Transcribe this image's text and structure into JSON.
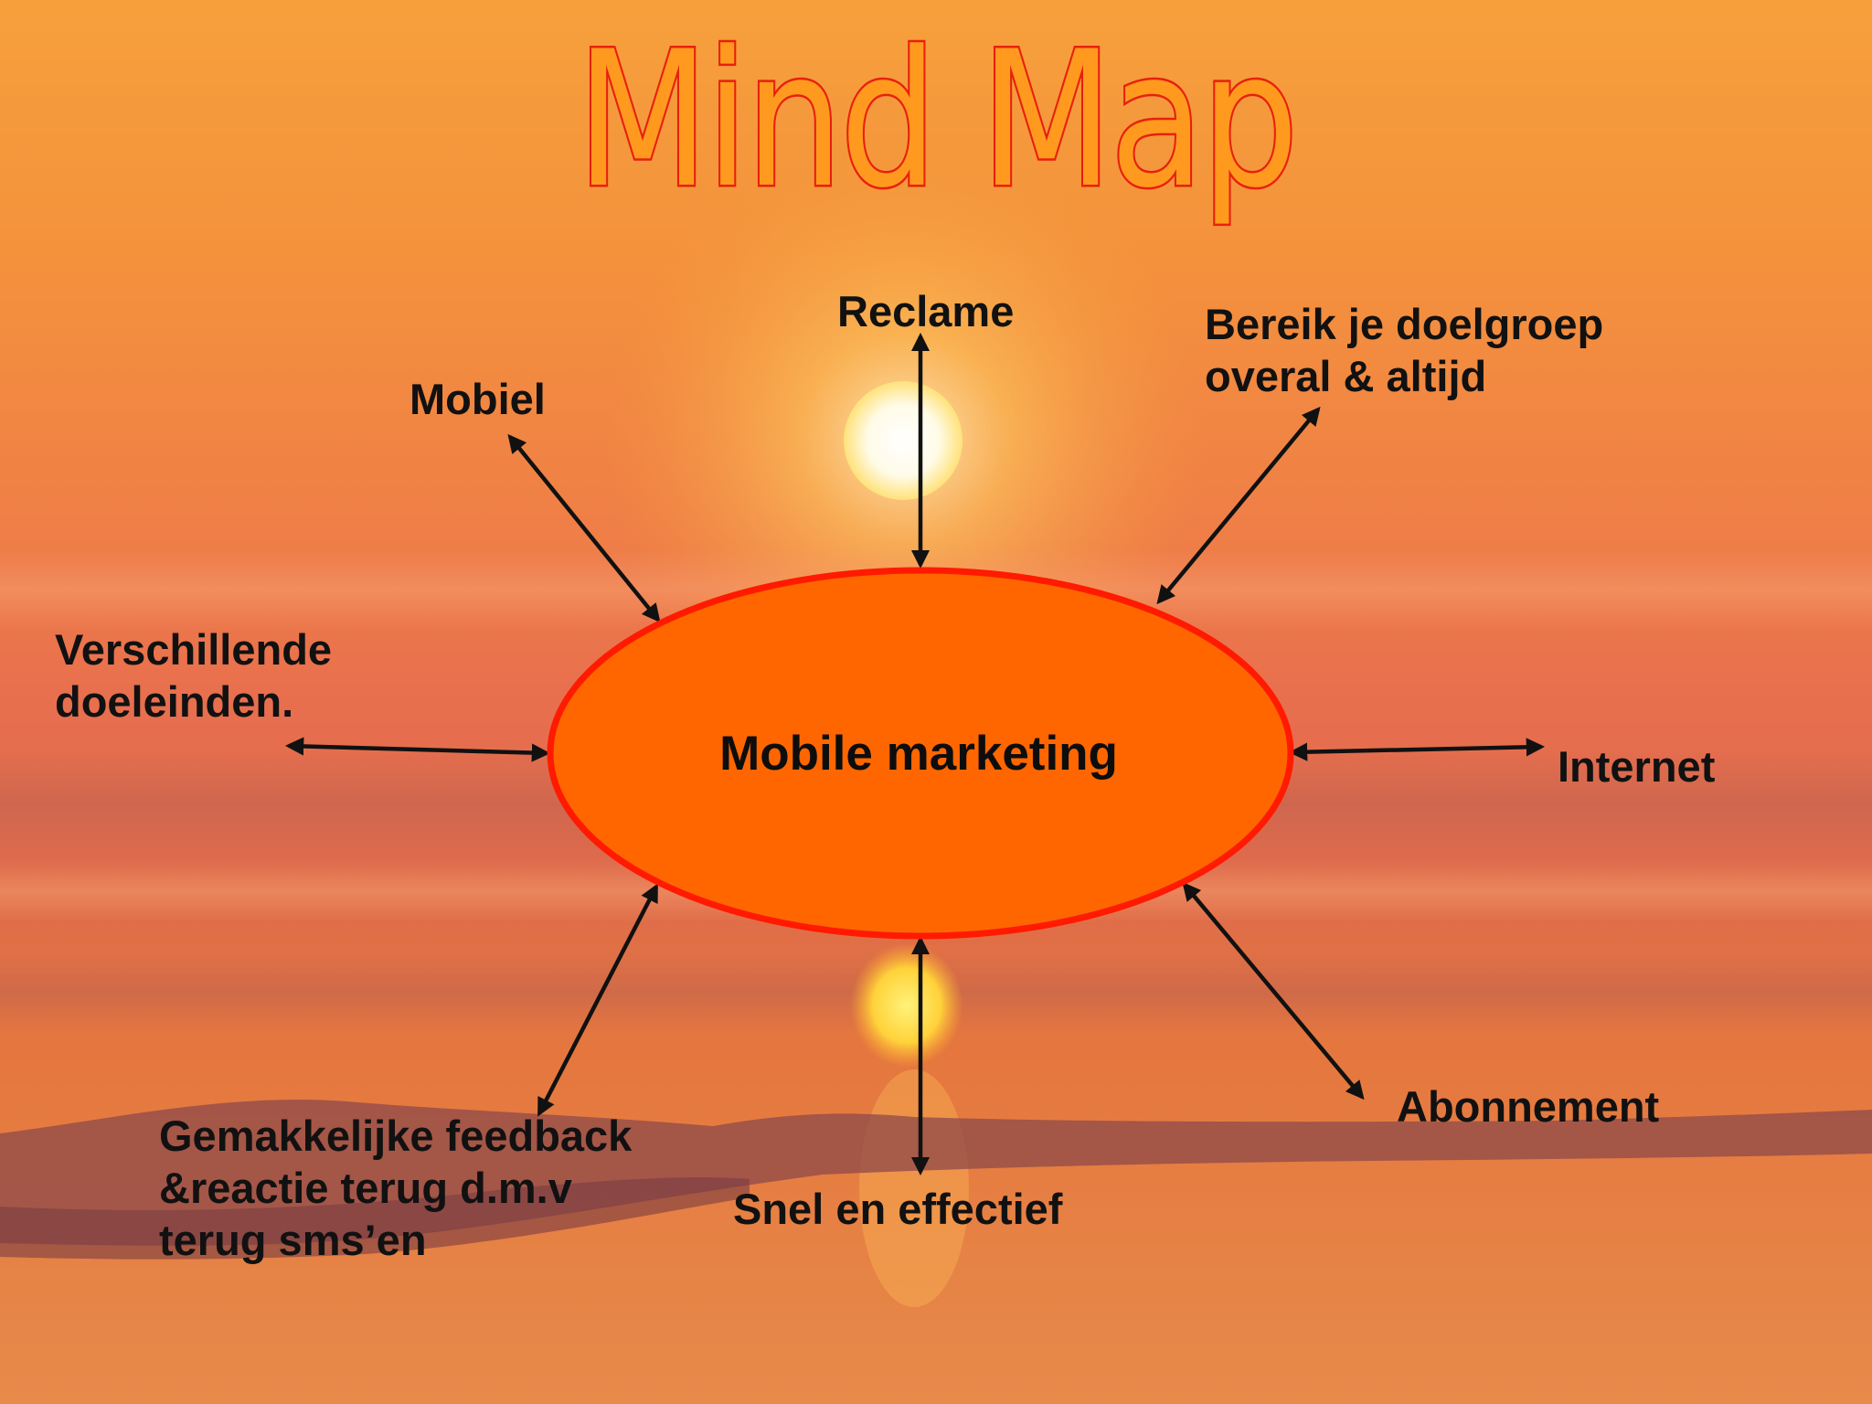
{
  "title": "Mind Map",
  "center": {
    "label": "Mobile marketing",
    "fill_color": "#ff6600",
    "stroke_color": "#ff1a00"
  },
  "branches": [
    {
      "id": "reclame",
      "label": "Reclame"
    },
    {
      "id": "bereik",
      "label": "Bereik je doelgroep\noveral & altijd"
    },
    {
      "id": "mobiel",
      "label": "Mobiel"
    },
    {
      "id": "verschillende",
      "label": "Verschillende\ndoeleinden."
    },
    {
      "id": "internet",
      "label": "Internet"
    },
    {
      "id": "gemakkelijke",
      "label": "Gemakkelijke feedback\n&reactie terug d.m.v\nterug sms’en"
    },
    {
      "id": "snel",
      "label": "Snel en effectief"
    },
    {
      "id": "abonnement",
      "label": "Abonnement"
    }
  ],
  "colors": {
    "title_fill": "#ff9a1f",
    "title_stroke": "#e8200d",
    "arrow": "#111111",
    "sky_top": "#f8a43f",
    "sky_bottom": "#d9603a"
  }
}
